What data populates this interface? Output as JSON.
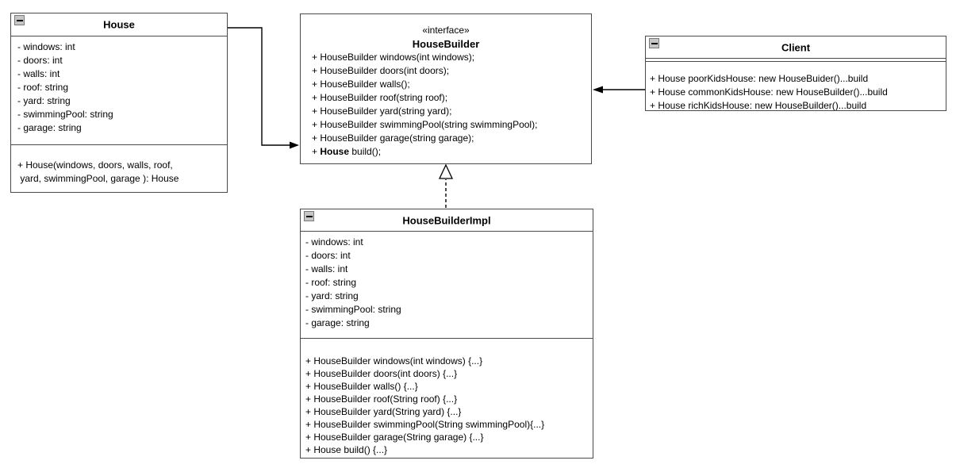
{
  "diagram": {
    "kind": "uml-class-diagram",
    "pattern": "Builder"
  },
  "colors": {
    "background": "#ffffff",
    "box_border": "#4a4a4a",
    "connector": "#000000",
    "text": "#000000",
    "collapse_icon_bg": "#c6c6c6",
    "collapse_icon_border": "#7a7a7a"
  },
  "icons": {
    "collapse": "minus"
  },
  "classes": {
    "house": {
      "title": "House",
      "attributes": [
        "- windows: int",
        "- doors: int",
        "- walls: int",
        "- roof: string",
        "- yard: string",
        "- swimmingPool: string",
        "- garage: string"
      ],
      "methods": [
        "+ House(windows, doors, walls, roof,",
        " yard, swimmingPool, garage ): House"
      ]
    },
    "house_builder": {
      "stereotype": "«interface»",
      "title": "HouseBuilder",
      "methods": [
        "+ HouseBuilder windows(int windows);",
        "+ HouseBuilder doors(int doors);",
        "+ HouseBuilder walls();",
        "+ HouseBuilder roof(string roof);",
        "+ HouseBuilder yard(string yard);",
        "+ HouseBuilder swimmingPool(string swimmingPool);",
        "+ HouseBuilder garage(string garage);"
      ],
      "build_method": {
        "prefix": "+ ",
        "bold": "House",
        "rest": " build();"
      }
    },
    "client": {
      "title": "Client",
      "methods": [
        "+ House poorKidsHouse: new HouseBuider()...build",
        "+ House commonKidsHouse: new HouseBuilder()...build",
        "+ House richKidsHouse: new HouseBuilder()...build"
      ]
    },
    "house_builder_impl": {
      "title": "HouseBuilderImpl",
      "attributes": [
        "- windows: int",
        "- doors: int",
        "- walls: int",
        "- roof: string",
        "- yard: string",
        "- swimmingPool: string",
        "- garage: string"
      ],
      "methods": [
        "+ HouseBuilder windows(int windows) {...}",
        "+ HouseBuilder doors(int doors) {...}",
        "+ HouseBuilder walls() {...}",
        "+ HouseBuilder roof(String roof) {...}",
        "+ HouseBuilder yard(String yard) {...}",
        "+ HouseBuilder swimmingPool(String swimmingPool){...}",
        "+ HouseBuilder garage(String garage) {...}",
        "+ House build() {...}"
      ]
    }
  },
  "relationships": [
    {
      "from": "House",
      "to": "HouseBuilder",
      "type": "directed-association",
      "arrow": "filled",
      "line": "solid"
    },
    {
      "from": "Client",
      "to": "HouseBuilder",
      "type": "directed-association",
      "arrow": "filled",
      "line": "solid"
    },
    {
      "from": "HouseBuilderImpl",
      "to": "HouseBuilder",
      "type": "realization",
      "arrow": "hollow-triangle",
      "line": "dashed"
    }
  ]
}
